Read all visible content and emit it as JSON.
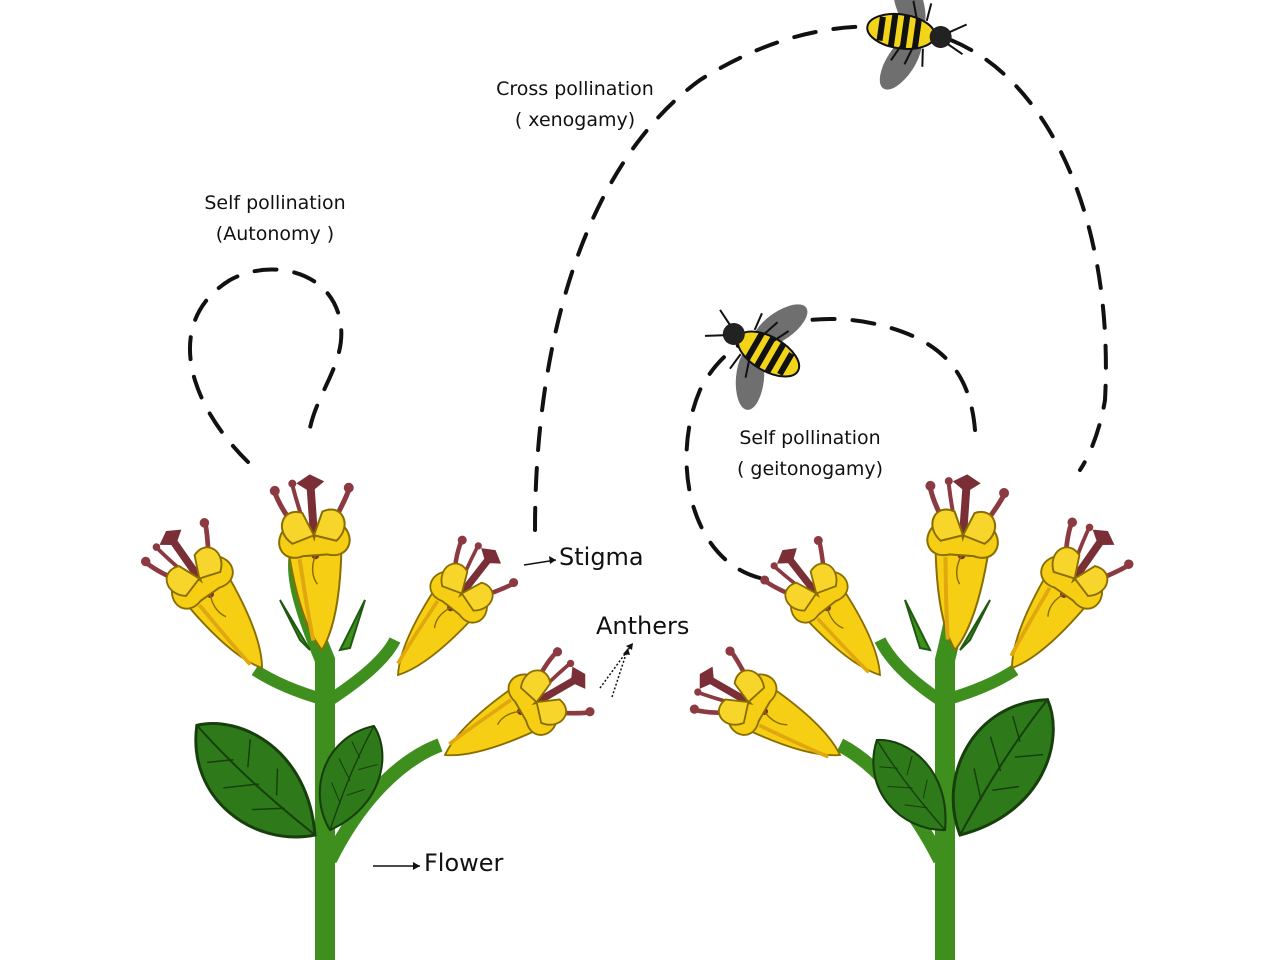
{
  "labels": {
    "cross": {
      "line1": "Cross pollination",
      "line2": "( xenogamy)"
    },
    "self_auto": {
      "line1": "Self pollination",
      "line2": "(Autonomy )"
    },
    "self_geito": {
      "line1": "Self pollination",
      "line2": "( geitonogamy)"
    },
    "stigma": "Stigma",
    "anthers": "Anthers",
    "flower": "Flower"
  },
  "colors": {
    "petal": "#f6cf14",
    "petal_edge": "#8a6d00",
    "stem": "#3f8f1f",
    "leaf": "#2e7a1a",
    "stamen": "#7a2e35",
    "bee_body": "#f2d519",
    "bee_wing": "#6f6f6f",
    "path": "#111111"
  }
}
